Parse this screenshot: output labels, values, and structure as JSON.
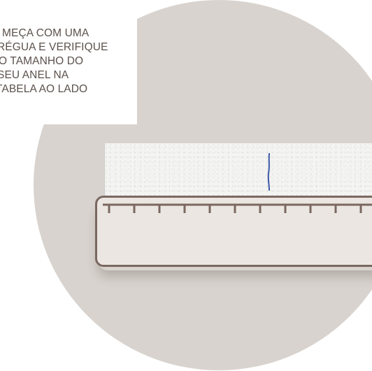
{
  "note": {
    "lines": [
      "MEÇA COM UMA",
      "RÉGUA E VERIFIQUE",
      "O TAMANHO DO",
      "SEU ANEL NA",
      "TABELA AO LADO"
    ]
  },
  "illustration": {
    "objects": [
      "paper-strip",
      "ruler",
      "pen-mark"
    ]
  },
  "colors": {
    "circle": "#d8d3ce",
    "text": "#5b514c",
    "ruler_border": "#7a6860",
    "ruler_fill": "#ebe6e2",
    "pen_mark": "#3b57a8"
  }
}
